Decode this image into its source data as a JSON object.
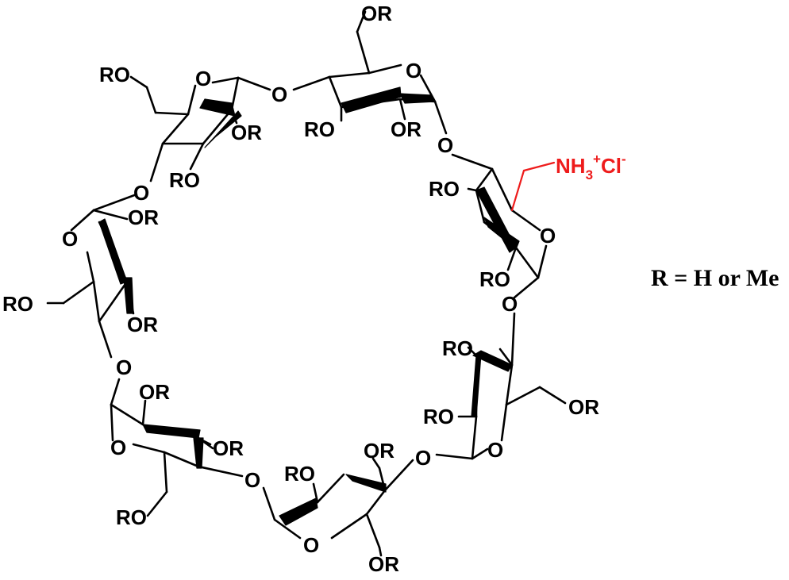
{
  "labels": {
    "ring_oxygen": "O",
    "glycosidic_oxygen": "O",
    "substituent": "OR",
    "substituent_left": "RO"
  },
  "amine": {
    "main": "NH",
    "sub": "3",
    "sup_plus": "+",
    "counter": "Cl",
    "sup_minus": "-",
    "color": "#ee1c1c"
  },
  "legend": "R = H or Me",
  "colors": {
    "bonds": "#000000",
    "highlight": "#ee1c1c"
  }
}
